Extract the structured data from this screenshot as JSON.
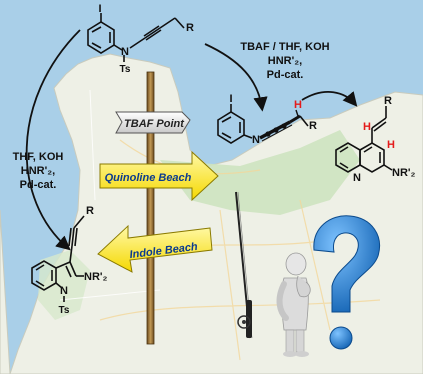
{
  "diagram": {
    "top_reagents": [
      "TBAF / THF, KOH",
      "HNR'₂,",
      "Pd-cat."
    ],
    "left_reagents": [
      "THF, KOH",
      "HNR'₂,",
      "Pd-cat."
    ],
    "signs": {
      "top": "TBAF Point",
      "right": "Quinoline Beach",
      "left": "Indole Beach"
    },
    "atoms": {
      "start_iodine": "I",
      "start_nitrogen": "N",
      "start_ts": "Ts",
      "start_r": "R",
      "mid_iodine": "I",
      "mid_nitrogen": "N",
      "mid_r": "R",
      "mid_h": "H",
      "quin_r": "R",
      "quin_h1": "H",
      "quin_h2": "H",
      "quin_n": "N",
      "quin_nr2": "NR'₂",
      "indole_r": "R",
      "indole_n": "N",
      "indole_nr2": "NR'₂",
      "indole_ts": "Ts"
    },
    "colors": {
      "sea": "#a9cfe8",
      "land": "#eef0e6",
      "green_area": "#cde3c0",
      "hydrogen_red": "#e41b1b",
      "sign_yellow": "#fff200",
      "question_blue": "#1f7fd4"
    }
  }
}
